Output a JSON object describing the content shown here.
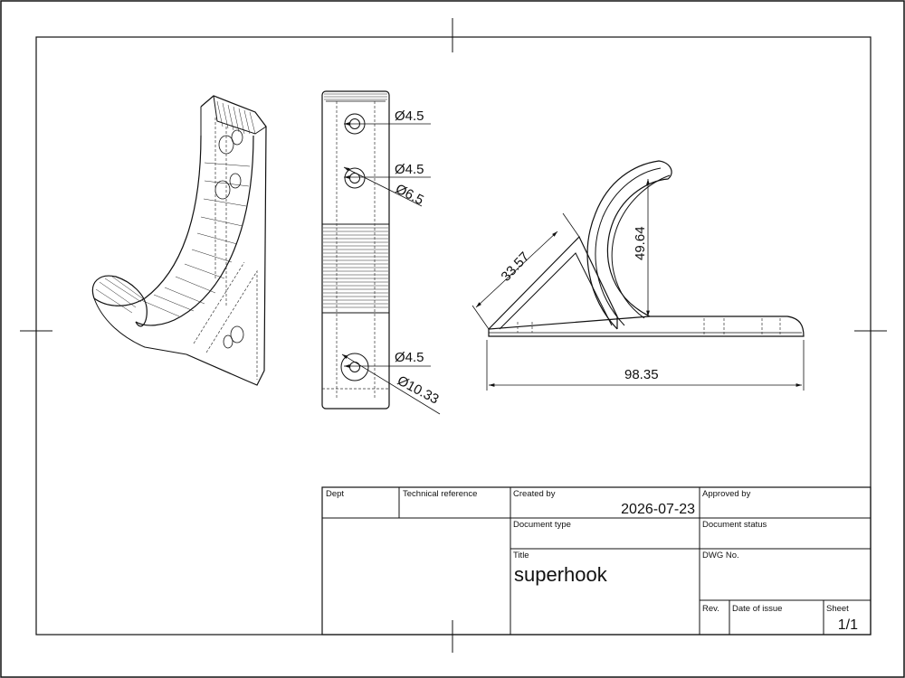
{
  "dimensions": {
    "top_view": {
      "hole1": "Ø4.5",
      "hole2_inner": "Ø4.5",
      "hole2_outer": "Ø6.5",
      "hole3_inner": "Ø4.5",
      "hole3_outer": "Ø10.33"
    },
    "side_view": {
      "brace": "33.57",
      "height": "49.64",
      "length": "98.35"
    }
  },
  "title_block": {
    "dept_label": "Dept",
    "tech_ref_label": "Technical reference",
    "created_by_label": "Created by",
    "created_date": "2026-07-23",
    "approved_by_label": "Approved by",
    "doc_type_label": "Document type",
    "doc_status_label": "Document status",
    "title_label": "Title",
    "title_value": "superhook",
    "dwg_no_label": "DWG No.",
    "rev_label": "Rev.",
    "date_issue_label": "Date of issue",
    "sheet_label": "Sheet",
    "sheet_value": "1/1"
  }
}
